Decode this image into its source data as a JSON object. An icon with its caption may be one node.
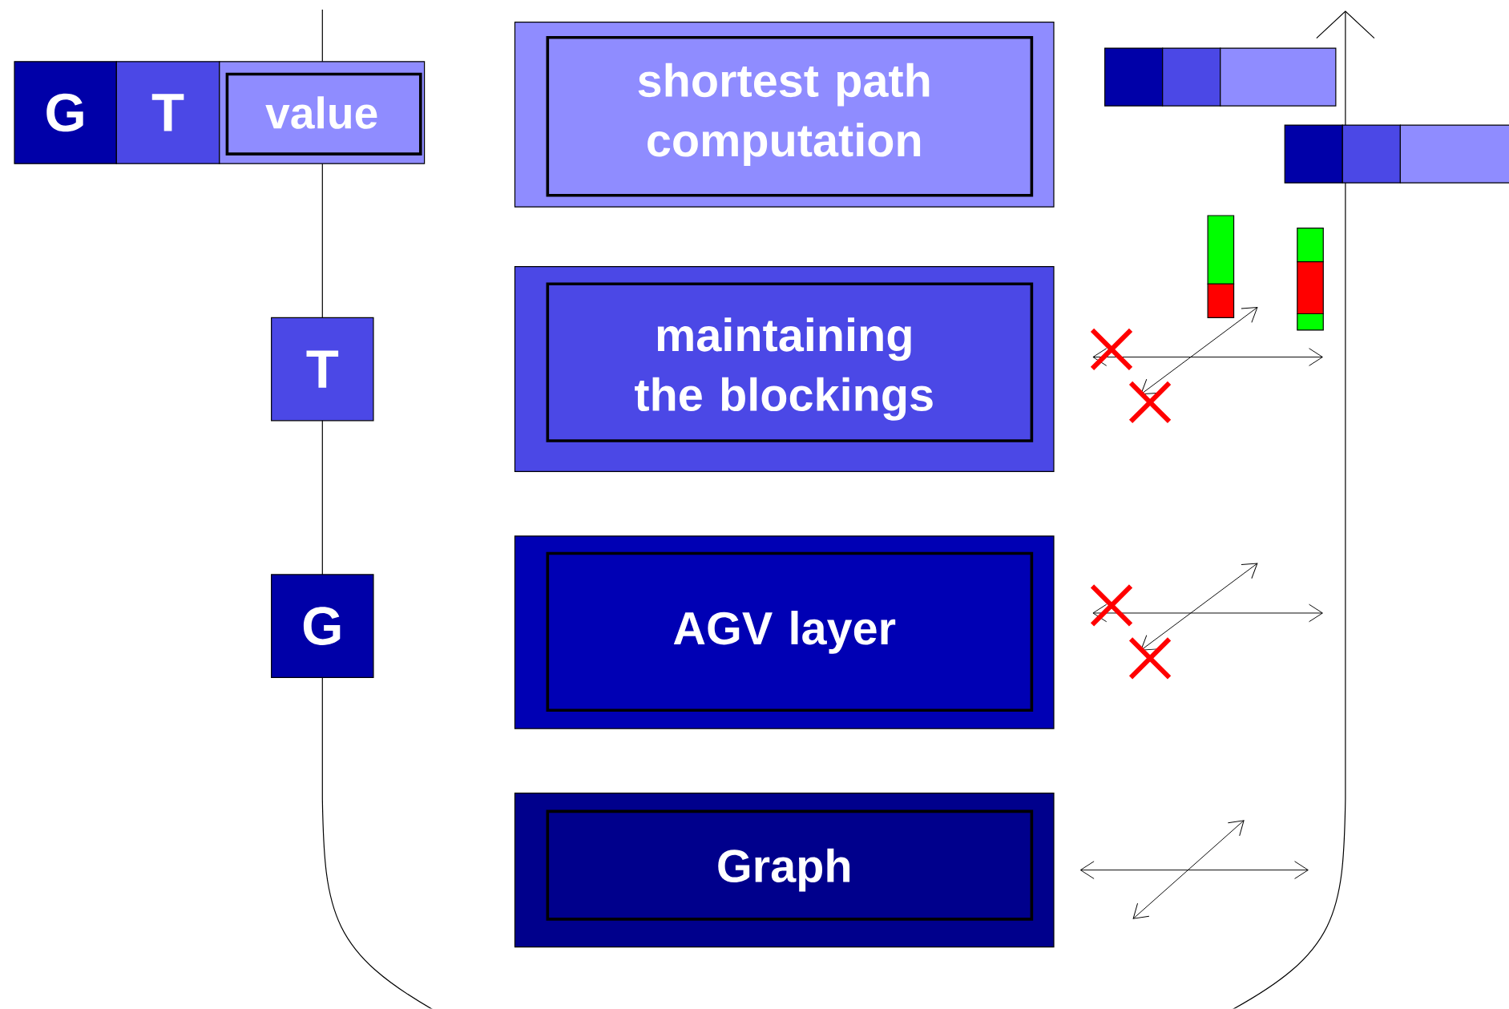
{
  "diagram": {
    "nodes": [
      {
        "text": [
          "G"
        ]
      },
      {
        "text": [
          "T"
        ]
      },
      {
        "text": [
          "value"
        ]
      },
      {
        "text": [
          "T"
        ]
      },
      {
        "text": [
          "G"
        ]
      },
      {
        "text": [
          "shortest path computation"
        ]
      },
      {
        "text": [
          "maintaining the blockings"
        ]
      },
      {
        "text": [
          "AGV layer"
        ]
      },
      {
        "text": [
          "Graph"
        ]
      }
    ]
  }
}
